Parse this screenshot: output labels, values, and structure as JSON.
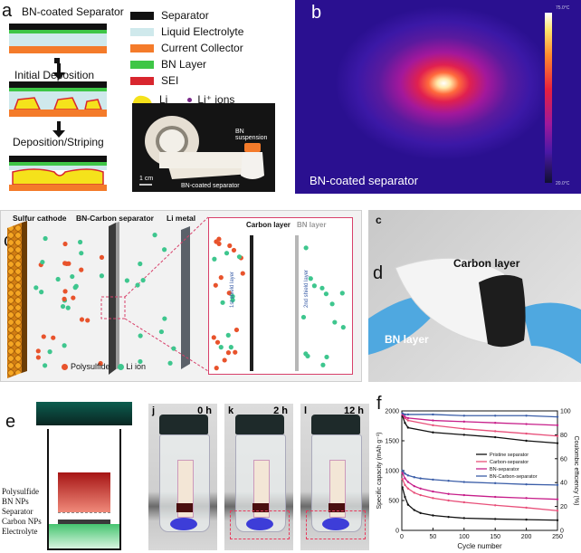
{
  "panel_a": {
    "label": "a",
    "title": "BN-coated Separator",
    "step1": "Initial Deposition",
    "step2": "Deposition/Striping",
    "legend": [
      {
        "name": "Separator",
        "color": "#111111"
      },
      {
        "name": "Liquid Electrolyte",
        "color": "#cfe9ec"
      },
      {
        "name": "Current Collector",
        "color": "#f47b2a"
      },
      {
        "name": "BN Layer",
        "color": "#3ec646"
      },
      {
        "name": "SEI",
        "color": "#d8262e"
      }
    ],
    "li_label": "Li",
    "li_ion_label": "Li⁺ ions",
    "photo_labels": {
      "suspension": "BN suspension",
      "scale": "1 cm",
      "separator": "BN-coated separator"
    }
  },
  "panel_b": {
    "label": "b",
    "caption": "BN-coated separator",
    "scale_top": "75.0°C",
    "scale_bottom": "20.0°C"
  },
  "panel_c": {
    "label": "c",
    "cathode": "Sulfur cathode",
    "separator": "BN-Carbon separator",
    "anode": "Li metal",
    "carbon_layer": "Carbon layer",
    "bn_layer": "BN layer",
    "shield1": "1st shield layer",
    "shield2": "2nd shield layer",
    "legend_poly": "Polysulfide",
    "legend_li": "Li ion"
  },
  "panel_d": {
    "label": "d",
    "inner_label": "c",
    "carbon_layer": "Carbon layer",
    "bn_layer": "BN layer"
  },
  "panel_e": {
    "label": "e",
    "labels": [
      "Polysulfide",
      "BN NPs",
      "Separator",
      "Carbon NPs",
      "Electrolyte"
    ]
  },
  "vials": [
    {
      "letter": "j",
      "time": "0 h"
    },
    {
      "letter": "k",
      "time": "2 h"
    },
    {
      "letter": "l",
      "time": "12 h"
    }
  ],
  "panel_f": {
    "label": "f",
    "ylabel_left": "Specific capacity (mAh g⁻¹)",
    "ylabel_right": "Coulombic efficiency (%)",
    "xlabel": "Cycle number",
    "legend": [
      "Pristine separator",
      "Carbon-separator",
      "BN-separator",
      "BN-Carbon-separator"
    ]
  },
  "chart_data": {
    "type": "line",
    "title": "",
    "xlabel": "Cycle number",
    "ylabel": "Specific capacity (mAh g⁻¹)",
    "y2label": "Coulombic efficiency (%)",
    "xlim": [
      0,
      250
    ],
    "ylim": [
      0,
      2000
    ],
    "y2lim": [
      0,
      100
    ],
    "xticks": [
      0,
      50,
      100,
      150,
      200,
      250
    ],
    "yticks": [
      0,
      500,
      1000,
      1500,
      2000
    ],
    "y2ticks": [
      0,
      20,
      40,
      60,
      80,
      100
    ],
    "legend_position": "center-right",
    "series": [
      {
        "name": "Pristine separator",
        "color": "#111111",
        "axis": "left",
        "x": [
          1,
          5,
          10,
          20,
          30,
          50,
          75,
          100,
          150,
          200,
          250
        ],
        "y": [
          720,
          560,
          430,
          340,
          290,
          250,
          225,
          205,
          190,
          180,
          170
        ]
      },
      {
        "name": "Carbon-separator",
        "color": "#e8507a",
        "axis": "left",
        "x": [
          1,
          5,
          10,
          20,
          30,
          50,
          75,
          100,
          150,
          200,
          250
        ],
        "y": [
          860,
          760,
          700,
          630,
          590,
          540,
          500,
          470,
          420,
          380,
          330
        ]
      },
      {
        "name": "BN-separator",
        "color": "#c71f8a",
        "axis": "left",
        "x": [
          1,
          5,
          10,
          20,
          30,
          50,
          75,
          100,
          150,
          200,
          250
        ],
        "y": [
          960,
          870,
          810,
          740,
          700,
          650,
          610,
          590,
          560,
          540,
          520
        ]
      },
      {
        "name": "BN-Carbon-separator",
        "color": "#3b5ea8",
        "axis": "left",
        "x": [
          1,
          5,
          10,
          20,
          30,
          50,
          75,
          100,
          150,
          200,
          250
        ],
        "y": [
          1000,
          950,
          920,
          890,
          870,
          850,
          830,
          810,
          790,
          770,
          760
        ]
      },
      {
        "name": "Pristine separator",
        "color": "#111111",
        "axis": "right",
        "x": [
          1,
          5,
          10,
          50,
          100,
          150,
          200,
          250
        ],
        "y": [
          96,
          90,
          86,
          82,
          80,
          78,
          75,
          73
        ]
      },
      {
        "name": "Carbon-separator",
        "color": "#e8507a",
        "axis": "right",
        "x": [
          1,
          5,
          10,
          50,
          100,
          150,
          200,
          250
        ],
        "y": [
          97,
          94,
          92,
          88,
          85,
          83,
          81,
          79
        ]
      },
      {
        "name": "BN-separator",
        "color": "#c71f8a",
        "axis": "right",
        "x": [
          1,
          5,
          10,
          50,
          100,
          150,
          200,
          250
        ],
        "y": [
          97,
          95,
          94,
          92,
          91,
          90,
          89,
          88
        ]
      },
      {
        "name": "BN-Carbon-separator",
        "color": "#3b5ea8",
        "axis": "right",
        "x": [
          1,
          5,
          10,
          50,
          100,
          150,
          200,
          250
        ],
        "y": [
          98,
          97,
          97,
          97,
          96,
          96,
          96,
          95
        ]
      }
    ]
  }
}
